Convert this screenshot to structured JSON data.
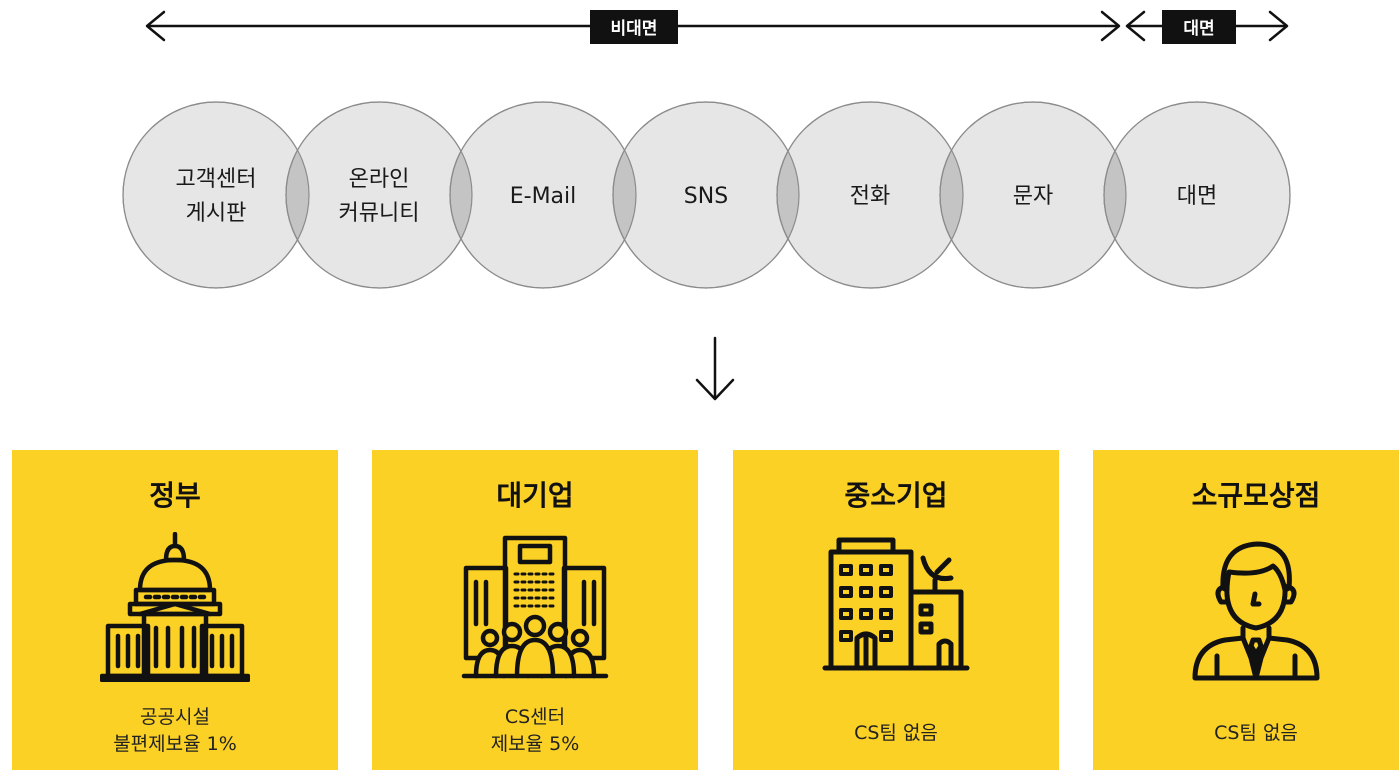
{
  "top": {
    "nonface_label": "비대면",
    "face_label": "대면"
  },
  "channels": [
    {
      "lines": [
        "고객센터",
        "게시판"
      ]
    },
    {
      "lines": [
        "온라인",
        "커뮤니티"
      ]
    },
    {
      "lines": [
        "E-Mail"
      ]
    },
    {
      "lines": [
        "SNS"
      ]
    },
    {
      "lines": [
        "전화"
      ]
    },
    {
      "lines": [
        "문자"
      ]
    },
    {
      "lines": [
        "대면"
      ]
    }
  ],
  "cards": [
    {
      "title": "정부",
      "icon": "capitol-building-icon",
      "desc": [
        "공공시설",
        "불편제보율 1%"
      ]
    },
    {
      "title": "대기업",
      "icon": "office-towers-crowd-icon",
      "desc": [
        "CS센터",
        "제보율 5%"
      ]
    },
    {
      "title": "중소기업",
      "icon": "small-office-building-icon",
      "desc": [
        "CS팀 없음"
      ]
    },
    {
      "title": "소규모상점",
      "icon": "shopkeeper-person-icon",
      "desc": [
        "CS팀 없음"
      ]
    }
  ],
  "colors": {
    "card_bg": "#fcd126",
    "circle_fill": "#e6e6e6",
    "overlap_fill": "#c4c4c4",
    "label_bg": "#111111"
  }
}
